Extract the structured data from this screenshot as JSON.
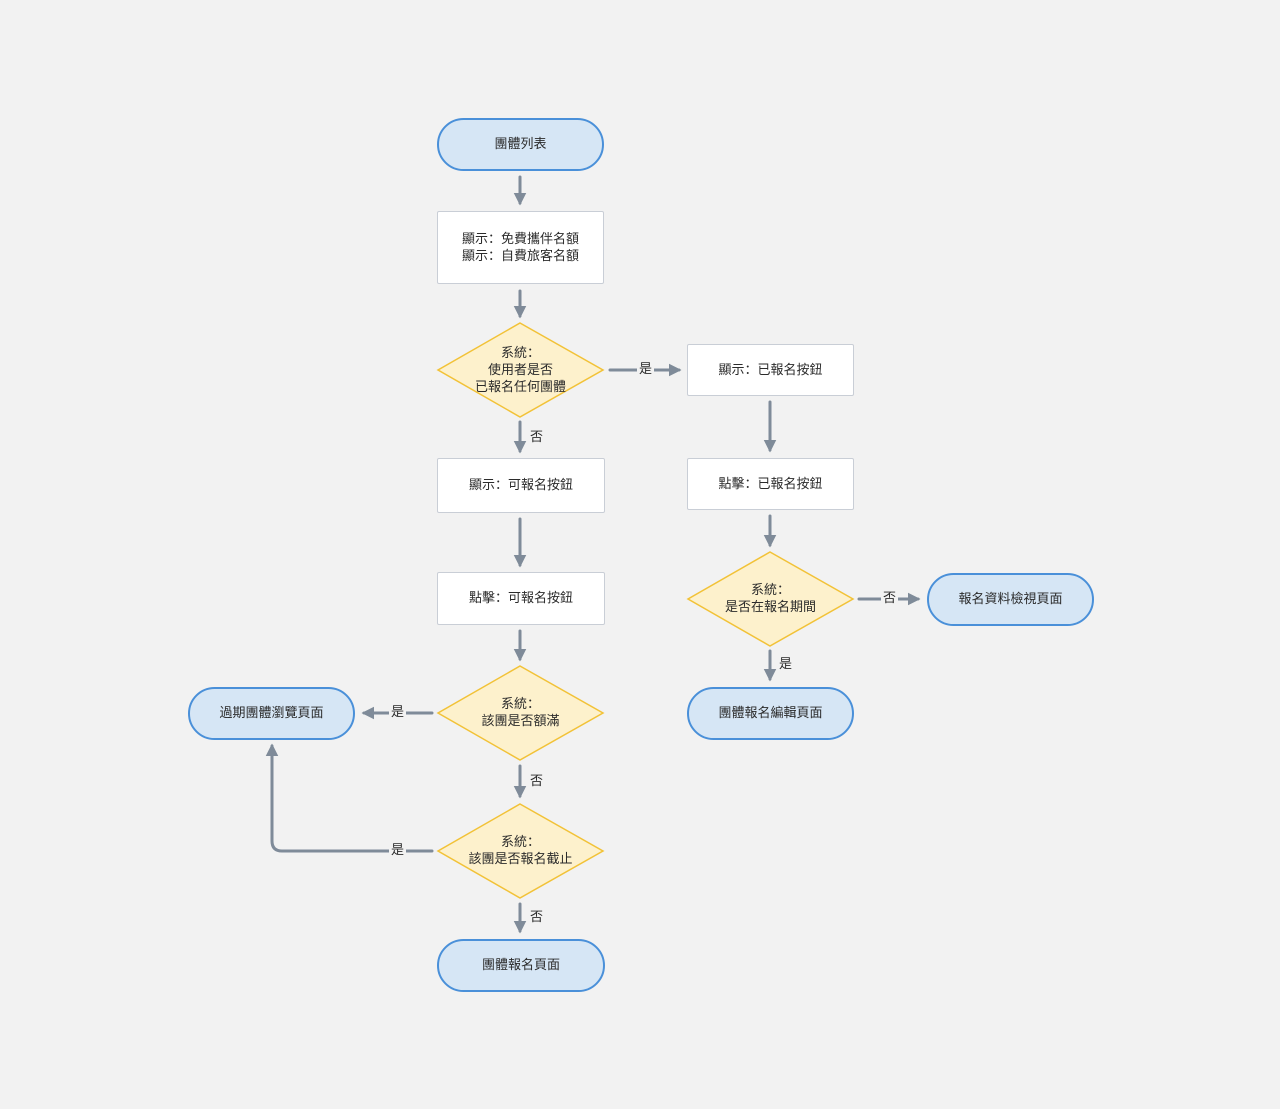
{
  "nodes": {
    "start": "團體列表",
    "show_quotas": "顯示：免費攜伴名額\n顯示：自費旅客名額",
    "decision_registered": "系統：\n使用者是否\n已報名任何團體",
    "show_registered_btn": "顯示：已報名按鈕",
    "click_registered_btn": "點擊：已報名按鈕",
    "decision_period": "系統：\n是否在報名期間",
    "view_page": "報名資料檢視頁面",
    "edit_page": "團體報名編輯頁面",
    "show_available_btn": "顯示：可報名按鈕",
    "click_available_btn": "點擊：可報名按鈕",
    "decision_full": "系統：\n該團是否額滿",
    "expired_page": "過期團體瀏覽頁面",
    "decision_deadline": "系統：\n該團是否報名截止",
    "register_page": "團體報名頁面"
  },
  "edge_labels": {
    "registered_yes": "是",
    "registered_no": "否",
    "period_no": "否",
    "period_yes": "是",
    "full_yes": "是",
    "full_no": "否",
    "deadline_yes": "是",
    "deadline_no": "否"
  },
  "colors": {
    "terminal_fill": "#d6e6f5",
    "terminal_stroke": "#4a90d9",
    "decision_fill": "#fdf1cc",
    "decision_stroke": "#f2c237",
    "process_stroke": "#c9ced6",
    "arrow": "#7f8b99",
    "background": "#f2f2f2"
  }
}
